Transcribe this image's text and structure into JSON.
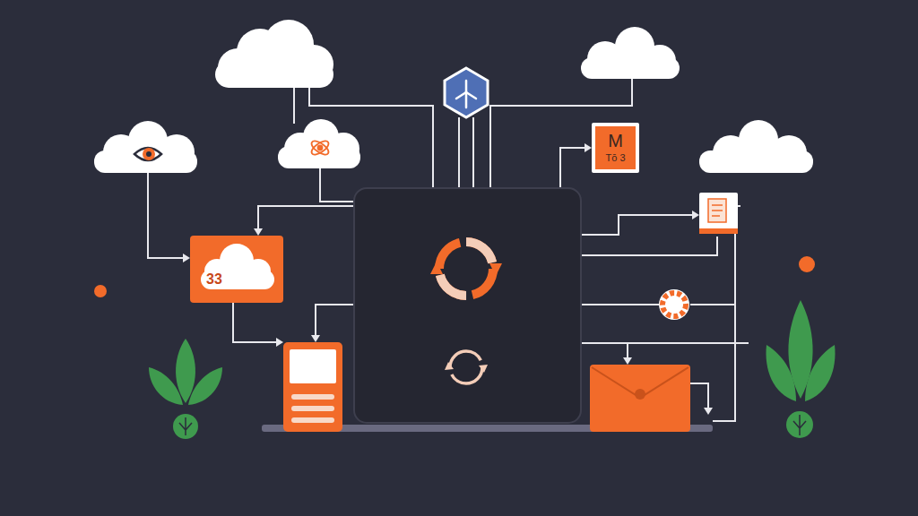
{
  "diagram": {
    "nodes": [
      {
        "text": [
          "M",
          "Tō 3"
        ]
      },
      {
        "text": [
          "33"
        ]
      }
    ]
  }
}
